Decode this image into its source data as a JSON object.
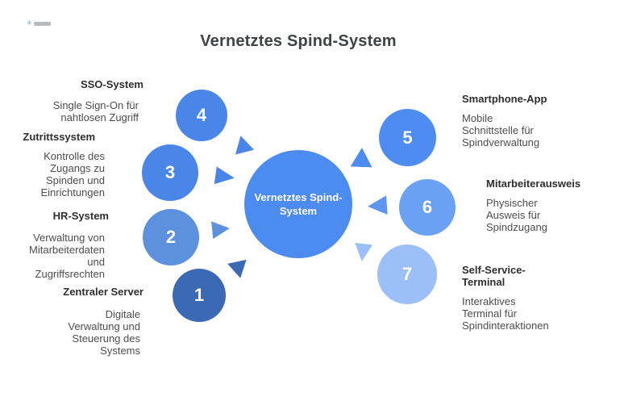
{
  "title": "Vernetztes Spind-System",
  "brand": {
    "icon": "✳"
  },
  "center": {
    "label": "Vernetztes Spind-\nSystem"
  },
  "items": [
    {
      "num": "1",
      "title": "Zentraler Server",
      "desc": "Digitale\nVerwaltung und\nSteuerung des\nSystems"
    },
    {
      "num": "2",
      "title": "HR-System",
      "desc": "Verwaltung von\nMitarbeiterdaten\nund\nZugriffsrechten"
    },
    {
      "num": "3",
      "title": "Zutrittssystem",
      "desc": "Kontrolle des\nZugangs zu\nSpinden und\nEinrichtungen"
    },
    {
      "num": "4",
      "title": "SSO-System",
      "desc": "Single Sign-On für\nnahtlosen Zugriff"
    },
    {
      "num": "5",
      "title": "Smartphone-App",
      "desc": "Mobile\nSchnittstelle für\nSpindverwaltung"
    },
    {
      "num": "6",
      "title": "Mitarbeiterausweis",
      "desc": "Physischer\nAusweis für\nSpindzugang"
    },
    {
      "num": "7",
      "title": "Self-Service-\nTerminal",
      "desc": "Interaktives\nTerminal für\nSpindinteraktionen"
    }
  ],
  "palette": {
    "center": "#4c8bf0",
    "circle_1": "#3b69b3",
    "circle_2": "#5e91dd",
    "circle_3": "#4a86e8",
    "circle_4": "#4a86e8",
    "circle_5": "#4e8cf1",
    "circle_6": "#6ba1f5",
    "circle_7": "#9dbff8",
    "title_text": "#3f4347",
    "label_text": "#2d2e30",
    "desc_text": "#4d4e50"
  }
}
